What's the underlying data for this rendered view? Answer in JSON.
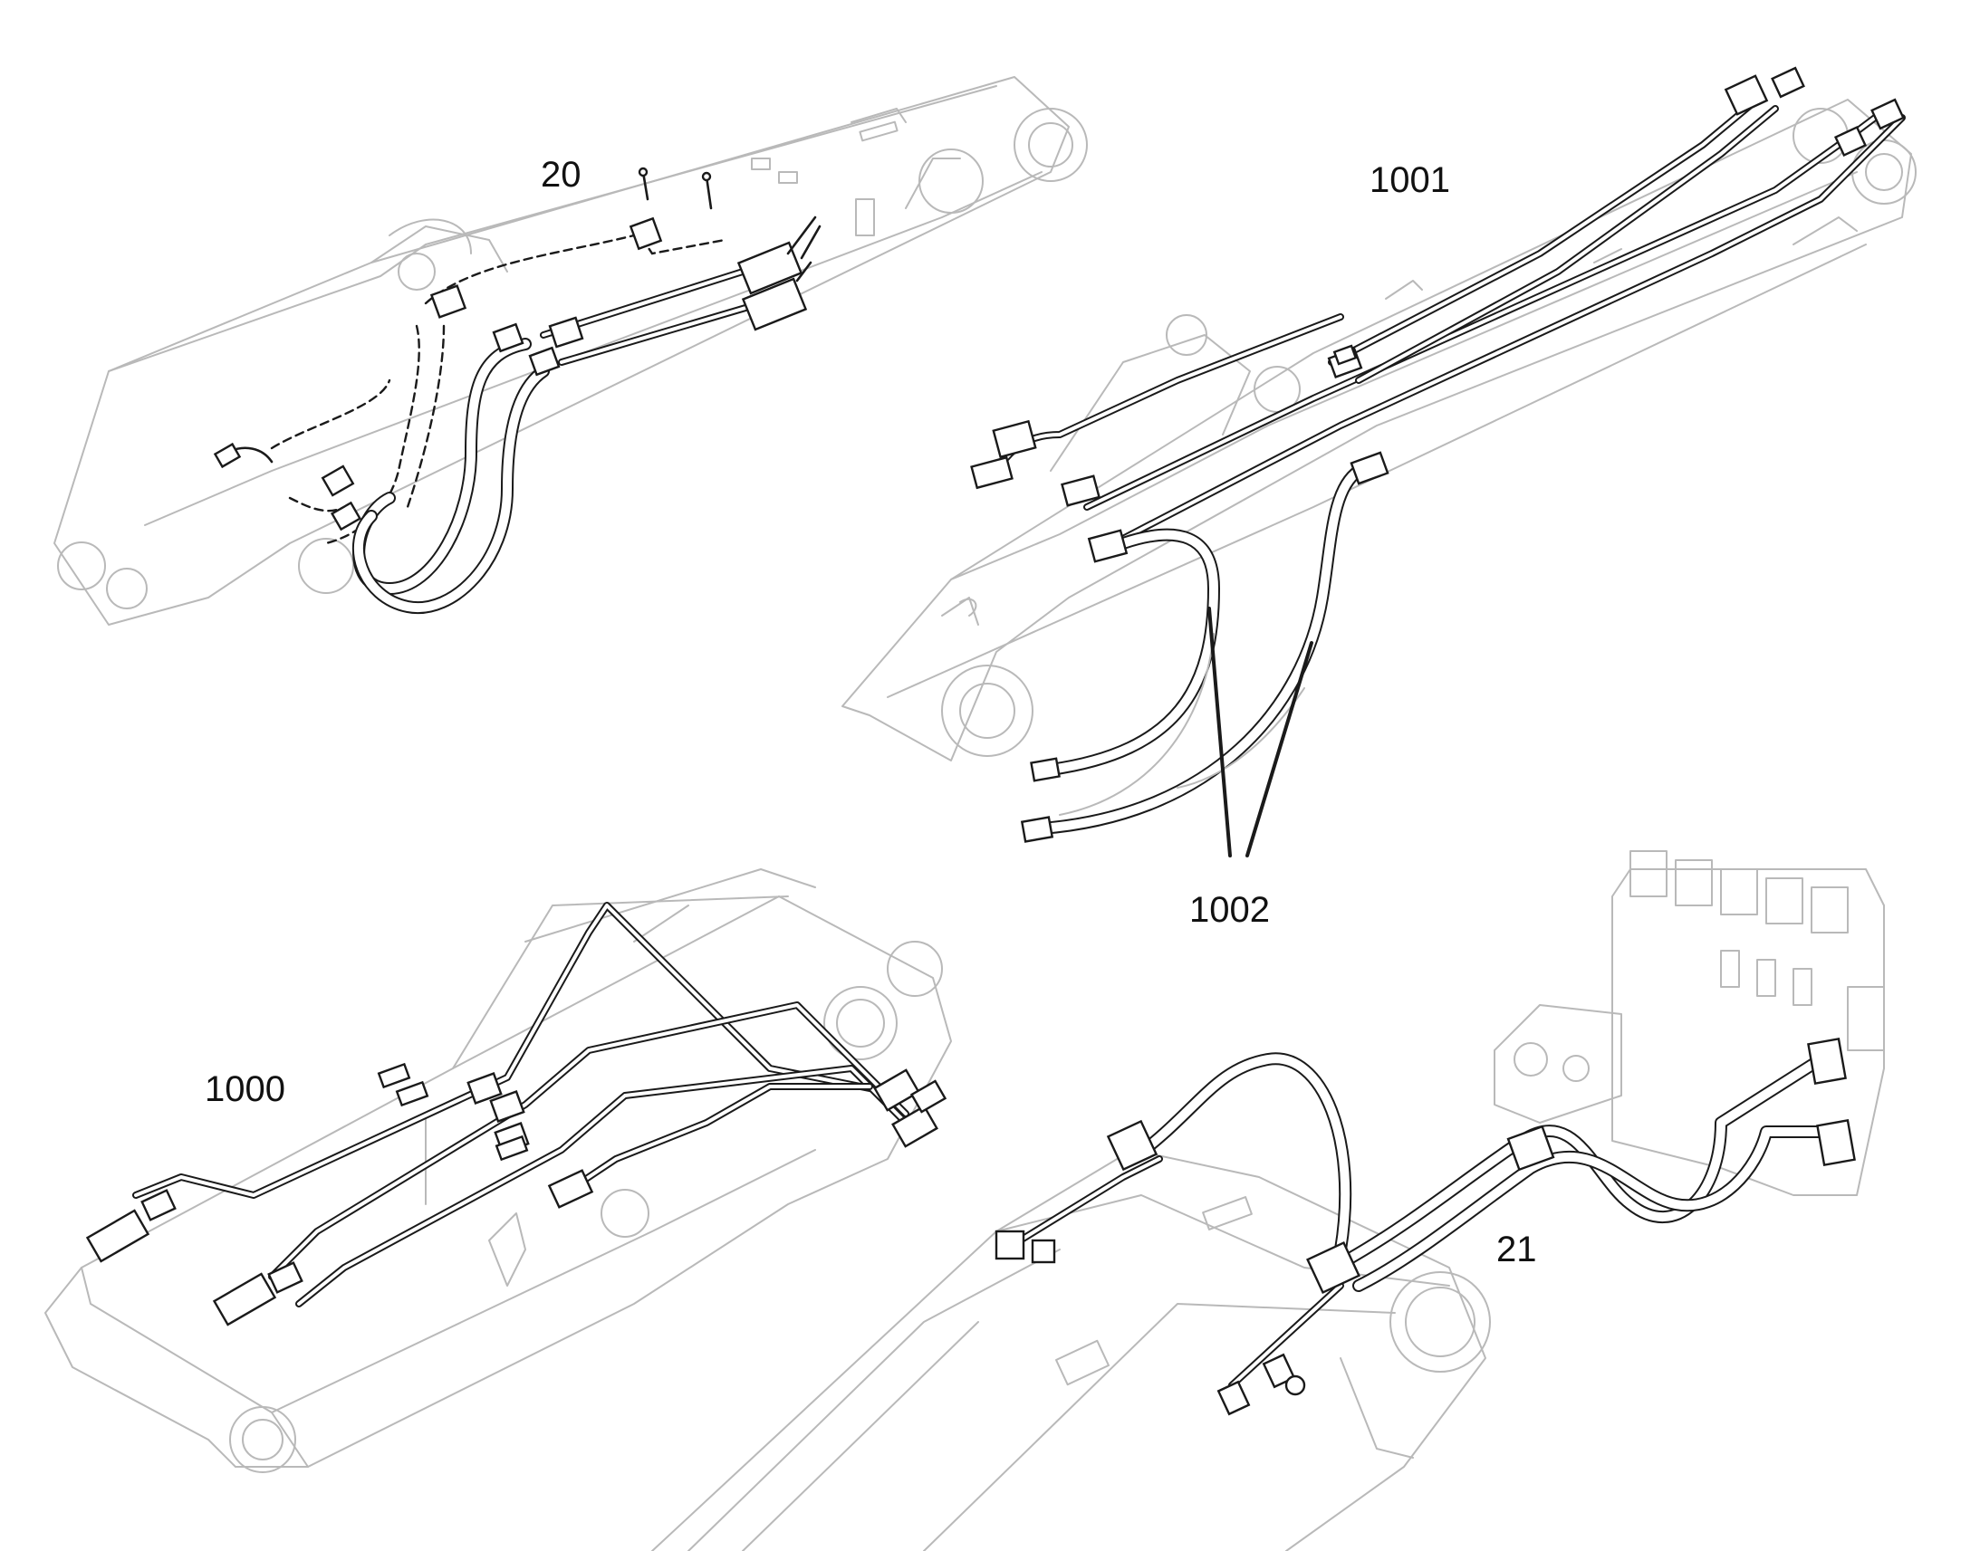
{
  "callouts": {
    "c20": "20",
    "c1001": "1001",
    "c1002": "1002",
    "c1000": "1000",
    "c21": "21"
  },
  "colors": {
    "line": "#1a1a1a",
    "ghost": "#b9b9b9",
    "background": "#ffffff"
  }
}
